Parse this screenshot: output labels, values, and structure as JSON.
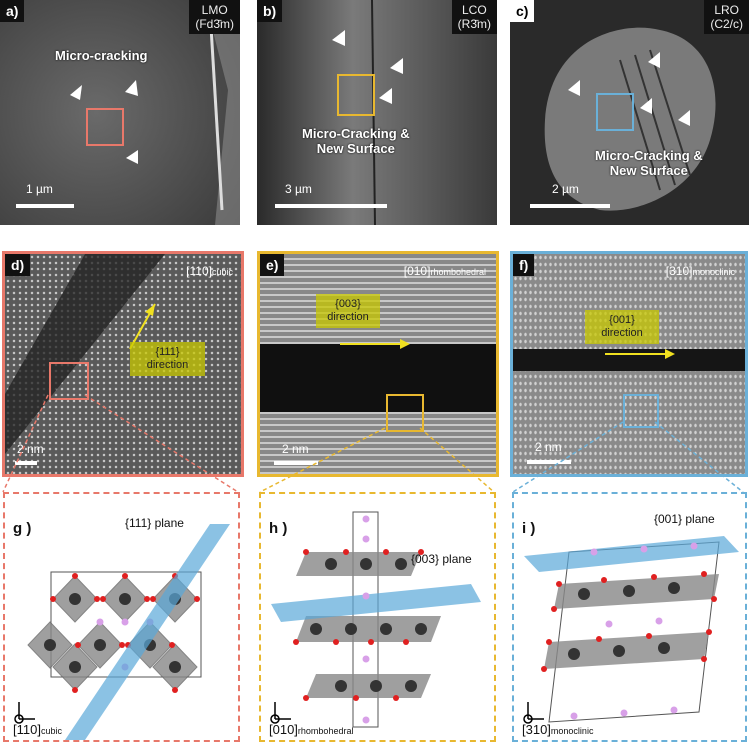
{
  "panels": {
    "a": {
      "tag": "a)",
      "phase_line1": "LMO",
      "phase_line2": "(Fd3̄m)",
      "label": "Micro-cracking",
      "scale": "1 µm"
    },
    "b": {
      "tag": "b)",
      "phase_line1": "LCO",
      "phase_line2": "(R3̄m)",
      "label_line1": "Micro-Cracking &",
      "label_line2": "New Surface",
      "scale": "3 µm"
    },
    "c": {
      "tag": "c)",
      "phase_line1": "LRO",
      "phase_line2": "(C2/c)",
      "label_line1": "Micro-Cracking &",
      "label_line2": "New Surface",
      "scale": "2 µm"
    },
    "d": {
      "tag": "d)",
      "zone": "[110]",
      "zone_sub": "cubic",
      "dir_line1": "{111}",
      "dir_line2": "direction",
      "scale": "2 nm"
    },
    "e": {
      "tag": "e)",
      "zone": "[010]",
      "zone_sub": "rhombohedral",
      "dir_line1": "{003}",
      "dir_line2": "direction",
      "scale": "2 nm"
    },
    "f": {
      "tag": "f)",
      "zone": "[310]",
      "zone_sub": "monoclinic",
      "dir_line1": "{001}",
      "dir_line2": "direction",
      "scale": "2 nm"
    },
    "g": {
      "tag": "g )",
      "plane": "{111} plane",
      "axis": "[110]",
      "axis_sub": "cubic"
    },
    "h": {
      "tag": "h )",
      "plane": "{003} plane",
      "axis": "[010]",
      "axis_sub": "rhombohedral"
    },
    "i": {
      "tag": "i )",
      "plane": "{001} plane",
      "axis": "[310]",
      "axis_sub": "monoclinic"
    }
  },
  "colors": {
    "lmo": "#e8786a",
    "lco": "#e8b830",
    "lro": "#6ab0d8",
    "arrow": "#f0e020",
    "oxygen": "#e02020",
    "metal": "#333333",
    "lithium": "#d8a0e8"
  }
}
